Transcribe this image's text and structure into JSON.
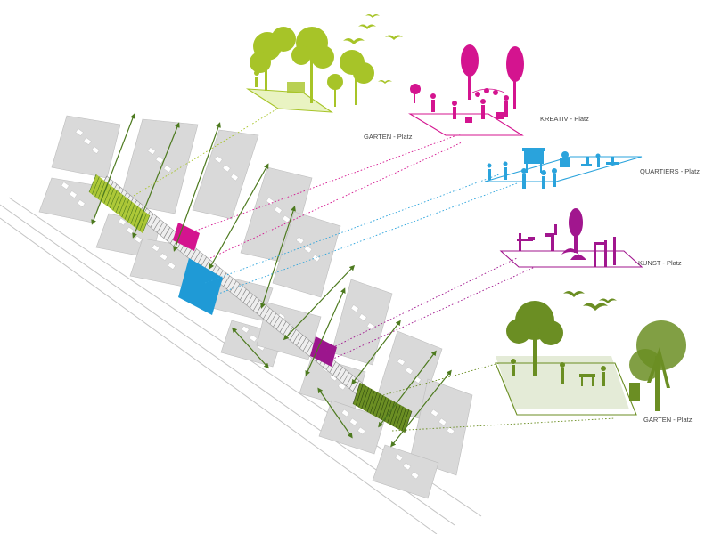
{
  "plaetze": [
    {
      "id": "garten-top",
      "label": "GARTEN - Platz",
      "color": "#a7c428"
    },
    {
      "id": "kreativ",
      "label": "KREATIV - Platz",
      "color": "#d4148f"
    },
    {
      "id": "quartiers",
      "label": "QUARTIERS - Platz",
      "color": "#2aa3dc"
    },
    {
      "id": "kunst",
      "label": "KUNST -  Platz",
      "color": "#a1168e"
    },
    {
      "id": "garten-bottom",
      "label": "GARTEN - Platz",
      "color": "#6b8e23"
    }
  ],
  "colors": {
    "building": "#d9d9d9",
    "road": "#c4c4c4",
    "axis": "#4d7a1f",
    "bird": "#8dc63f"
  }
}
